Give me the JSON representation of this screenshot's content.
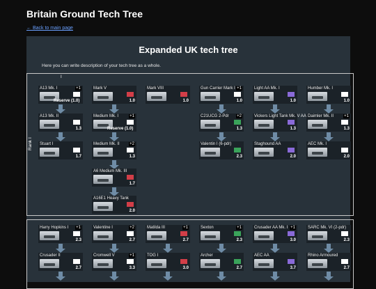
{
  "page": {
    "title": "Britain Ground Tech Tree",
    "back_link": "← Back to main page"
  },
  "tree": {
    "title": "Expanded UK tech tree",
    "description": "Here you can write description of your tech tree as a whole.",
    "rank_label": "Rank I",
    "rank_marker": "I"
  },
  "cards": [
    {
      "name": "A13 Mk. I",
      "br": "1.0",
      "count": "+1",
      "reserve": "Reserve (1.0)",
      "flag": "white"
    },
    {
      "name": "Mark V",
      "br": "1.0",
      "flag": "red"
    },
    {
      "name": "Mark VIII",
      "br": "1.0",
      "flag": "red"
    },
    {
      "name": "Gun Carrier Mark I",
      "br": "1.0",
      "count": "+1",
      "flag": "white"
    },
    {
      "name": "Light AA Mk. I",
      "br": "1.0",
      "flag": "purple"
    },
    {
      "name": "Humber Mk. I",
      "br": "1.0",
      "flag": "white"
    },
    {
      "name": "A13 Mk. II",
      "br": "1.3",
      "flag": "white"
    },
    {
      "name": "Medium Mk. I",
      "br": "1.0",
      "count": "+1",
      "reserve": "Reserve (1.0)",
      "flag": "white"
    },
    {
      "name": "C21UCG 2-Pdr",
      "br": "1.3",
      "count": "+2",
      "flag": "green"
    },
    {
      "name": "Vickers Light Tank Mk. V AA",
      "br": "1.3",
      "flag": "purple"
    },
    {
      "name": "Daimler Mk. II",
      "br": "1.3",
      "count": "+1",
      "flag": "white"
    },
    {
      "name": "Stuart I",
      "br": "1.7",
      "flag": "white"
    },
    {
      "name": "Medium Mk. II",
      "br": "1.3",
      "count": "+2",
      "flag": "white"
    },
    {
      "name": "Valentin I (6-pdr)",
      "br": "2.3",
      "flag": "green"
    },
    {
      "name": "Staghound AA",
      "br": "2.0",
      "flag": "purple"
    },
    {
      "name": "AEC Mk. I",
      "br": "2.0",
      "flag": "white"
    },
    {
      "name": "A6 Medium Mk. III",
      "br": "1.7",
      "flag": "red"
    },
    {
      "name": "A16E1 Heavy Tank",
      "br": "2.0",
      "flag": "red"
    },
    {
      "name": "Harry Hopkins I",
      "br": "2.3",
      "count": "+1",
      "flag": "white"
    },
    {
      "name": "Valentine I",
      "br": "2.7",
      "count": "+2",
      "flag": "white"
    },
    {
      "name": "Matilda III",
      "br": "2.7",
      "count": "+1",
      "flag": "red"
    },
    {
      "name": "Sexton",
      "br": "2.3",
      "count": "+1",
      "flag": "green"
    },
    {
      "name": "Crusader AA Mk. I",
      "br": "3.0",
      "count": "+1",
      "flag": "purple"
    },
    {
      "name": "SARC Mk. VI (2-pdr)",
      "br": "2.3",
      "flag": "white"
    },
    {
      "name": "Crusader II",
      "br": "2.7",
      "flag": "white"
    },
    {
      "name": "Cromwell V",
      "br": "3.3",
      "count": "+1",
      "flag": "white"
    },
    {
      "name": "TOG I",
      "br": "3.0",
      "flag": "red"
    },
    {
      "name": "Archer",
      "br": "2.7",
      "flag": "green"
    },
    {
      "name": "AEC AA",
      "br": "3.7",
      "flag": "purple"
    },
    {
      "name": "Rhino Armoured",
      "br": "2.7",
      "flag": "white"
    }
  ]
}
